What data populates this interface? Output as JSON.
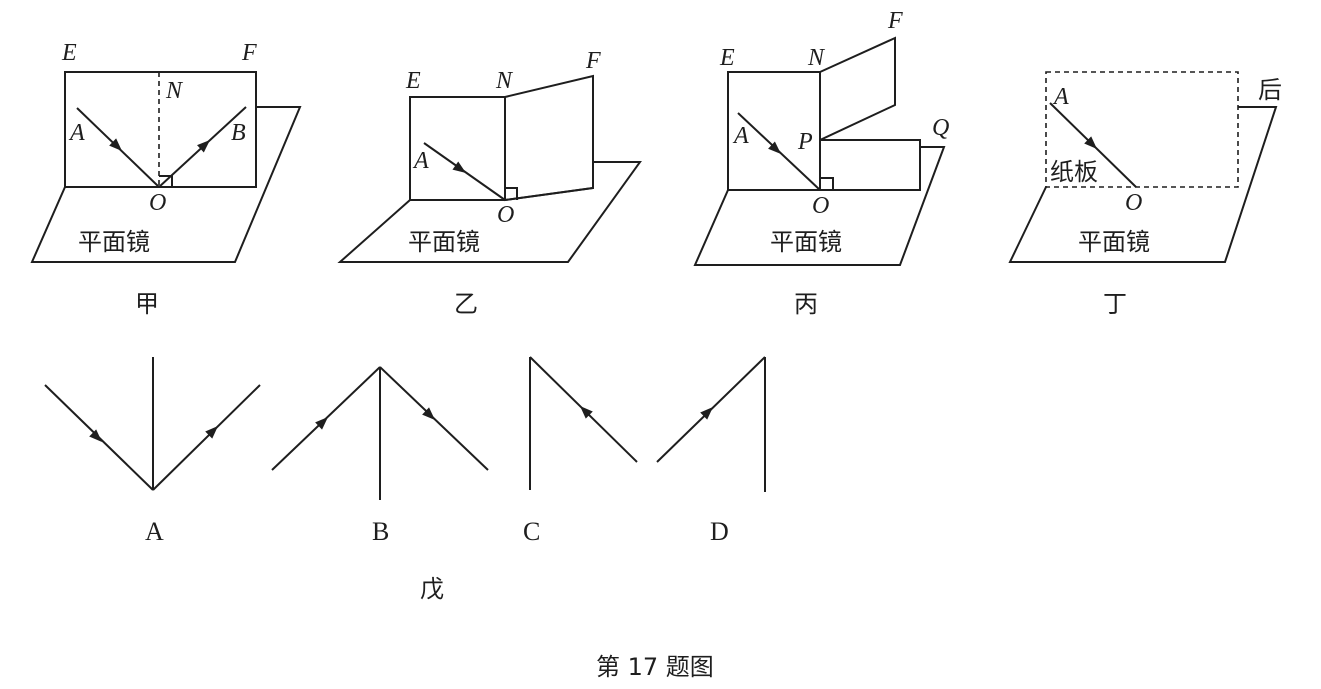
{
  "panels": {
    "jia": {
      "name": "甲",
      "mirror": "平面镜",
      "labels": {
        "E": "E",
        "F": "F",
        "N": "N",
        "A": "A",
        "B": "B",
        "O": "O"
      }
    },
    "yi": {
      "name": "乙",
      "mirror": "平面镜",
      "labels": {
        "E": "E",
        "N": "N",
        "F": "F",
        "A": "A",
        "O": "O"
      }
    },
    "bing": {
      "name": "丙",
      "mirror": "平面镜",
      "labels": {
        "E": "E",
        "N": "N",
        "F": "F",
        "A": "A",
        "P": "P",
        "Q": "Q",
        "O": "O"
      }
    },
    "ding": {
      "name": "丁",
      "mirror": "平面镜",
      "board": "纸板",
      "back": "后",
      "labels": {
        "A": "A",
        "O": "O"
      }
    }
  },
  "options": {
    "group_name": "戊",
    "items": [
      {
        "label": "A"
      },
      {
        "label": "B"
      },
      {
        "label": "C"
      },
      {
        "label": "D"
      }
    ]
  },
  "caption": "第 17 题图"
}
